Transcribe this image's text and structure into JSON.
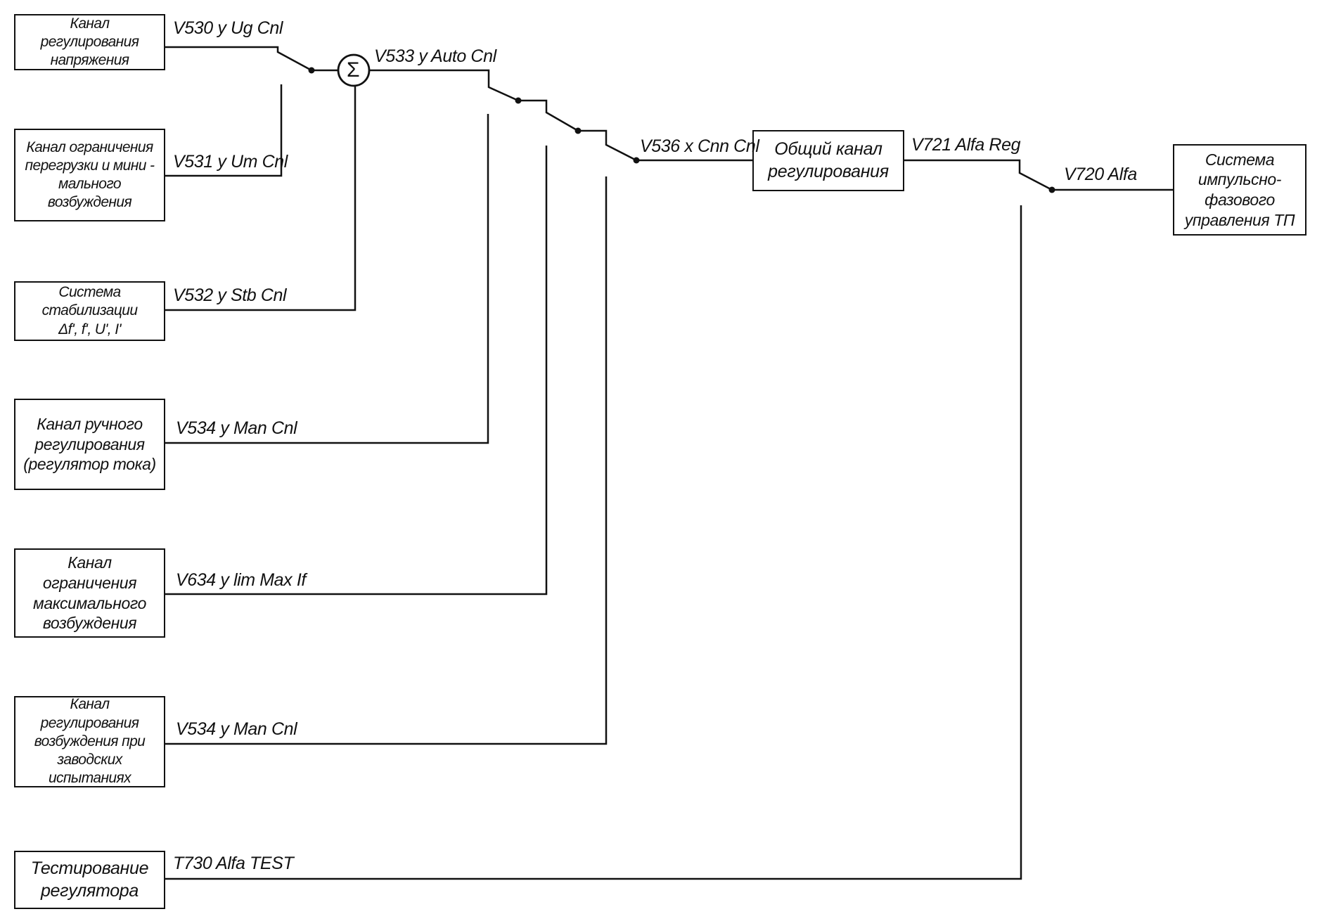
{
  "blocks": {
    "b1": "Канал регулирования\nнапряжения",
    "b2": "Канал ограничения\nперегрузки и мини -\nмального возбуждения",
    "b3": "Система стабилизации\nΔf', f', U', I'",
    "b4": "Канал ручного\nрегулирования\n(регулятор тока)",
    "b5": "Канал ограничения\nмаксимального\nвозбуждения",
    "b6": "Канал регулирования\nвозбуждения при\nзаводских испытаниях",
    "b7": "Тестирование\nрегулятора",
    "b_common": "Общий канал\nрегулирования",
    "b_phase": "Система\nимпульсно-фазового\nуправления ТП"
  },
  "signals": {
    "s530": "V530 y Ug Cnl",
    "s531": "V531 y Um Cnl",
    "s532": "V532 y Stb Cnl",
    "s533": "V533 y Auto Cnl",
    "s534a": "V534 y Man Cnl",
    "s634": "V634 y lim Max If",
    "s534b": "V534 y Man Cnl",
    "s536": "V536 x Cnn Cnl",
    "s721": "V721 Alfa Reg",
    "s720": "V720 Alfa",
    "t730": "T730 Alfa TEST"
  },
  "summer_symbol": "Σ"
}
